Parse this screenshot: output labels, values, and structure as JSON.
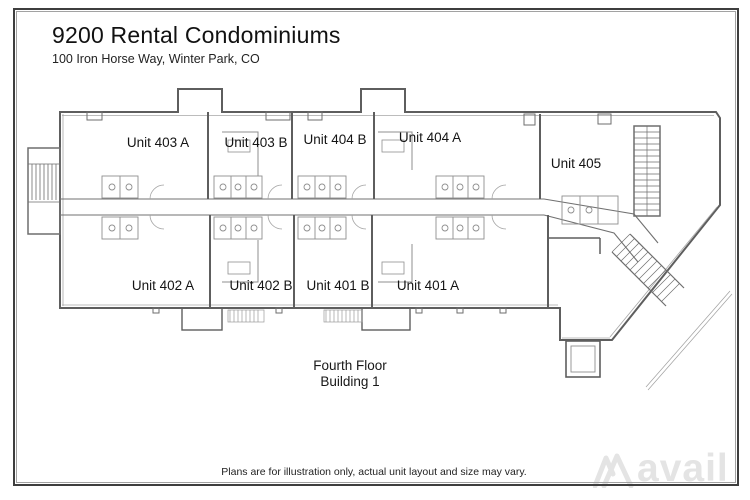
{
  "header": {
    "title": "9200 Rental Condominiums",
    "subtitle": "100 Iron Horse Way, Winter Park, CO"
  },
  "plan": {
    "floor_label": "Fourth Floor",
    "building_label": "Building 1",
    "units": [
      {
        "id": "403A",
        "label": "Unit 403 A"
      },
      {
        "id": "403B",
        "label": "Unit 403 B"
      },
      {
        "id": "404B",
        "label": "Unit 404 B"
      },
      {
        "id": "404A",
        "label": "Unit 404 A"
      },
      {
        "id": "405",
        "label": "Unit 405"
      },
      {
        "id": "402A",
        "label": "Unit 402 A"
      },
      {
        "id": "402B",
        "label": "Unit 402 B"
      },
      {
        "id": "401B",
        "label": "Unit 401 B"
      },
      {
        "id": "401A",
        "label": "Unit 401 A"
      }
    ]
  },
  "footer": {
    "disclaimer": "Plans are for illustration only, actual unit layout and size may vary.",
    "watermark": "avail"
  },
  "colors": {
    "wall": "#5e5e5e",
    "detail": "#8f8f8f",
    "frame": "#3e3e3e",
    "text": "#1a1a1a",
    "watermark": "#e4e4e4"
  }
}
